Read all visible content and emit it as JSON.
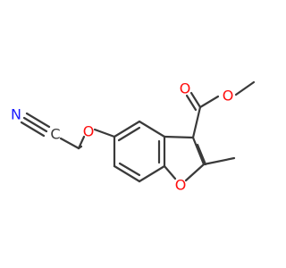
{
  "atoms": {
    "n_label": "N",
    "c_label": "C",
    "ether_o_label": "O",
    "carbonyl_o_label": "O",
    "ester_o_label": "O",
    "furan_o_label": "O"
  },
  "colors": {
    "bond": "#3a3a3a",
    "nitrogen": "#1a1aff",
    "oxygen": "#ff0d0d",
    "carbon": "#3a3a3a"
  }
}
